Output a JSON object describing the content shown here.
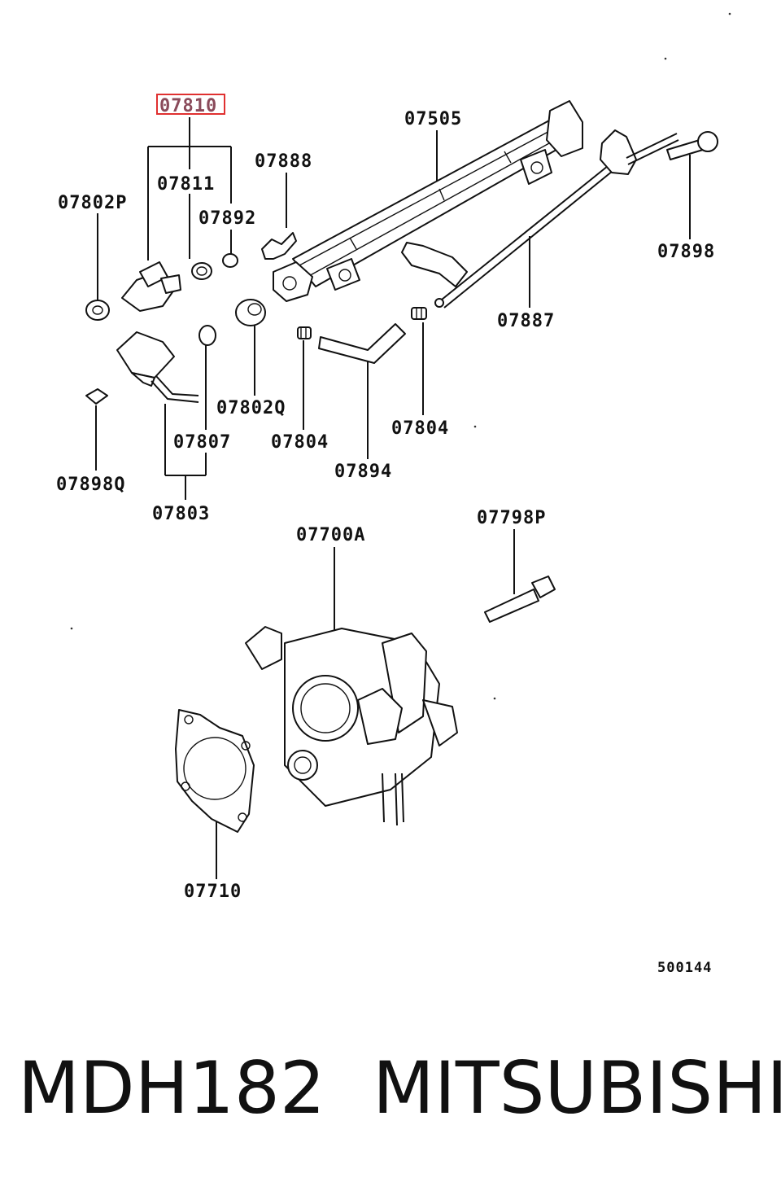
{
  "diagram": {
    "highlighted_part": "07810",
    "labels": {
      "p07810": "07810",
      "p07811": "07811",
      "p07892": "07892",
      "p07888": "07888",
      "p07505": "07505",
      "p07802P": "07802P",
      "p07898": "07898",
      "p07887": "07887",
      "p07802Q": "07802Q",
      "p07807": "07807",
      "p07804a": "07804",
      "p07804b": "07804",
      "p07894": "07894",
      "p07898Q": "07898Q",
      "p07803": "07803",
      "p07700A": "07700A",
      "p07798P": "07798P",
      "p07710": "07710"
    },
    "catalog_code": "500144"
  },
  "footer": {
    "part_number": "MDH182",
    "brand": "MITSUBISHI"
  },
  "colors": {
    "highlight_box": "#e03030",
    "highlight_text": "#8a4a5a",
    "ink": "#111111"
  }
}
